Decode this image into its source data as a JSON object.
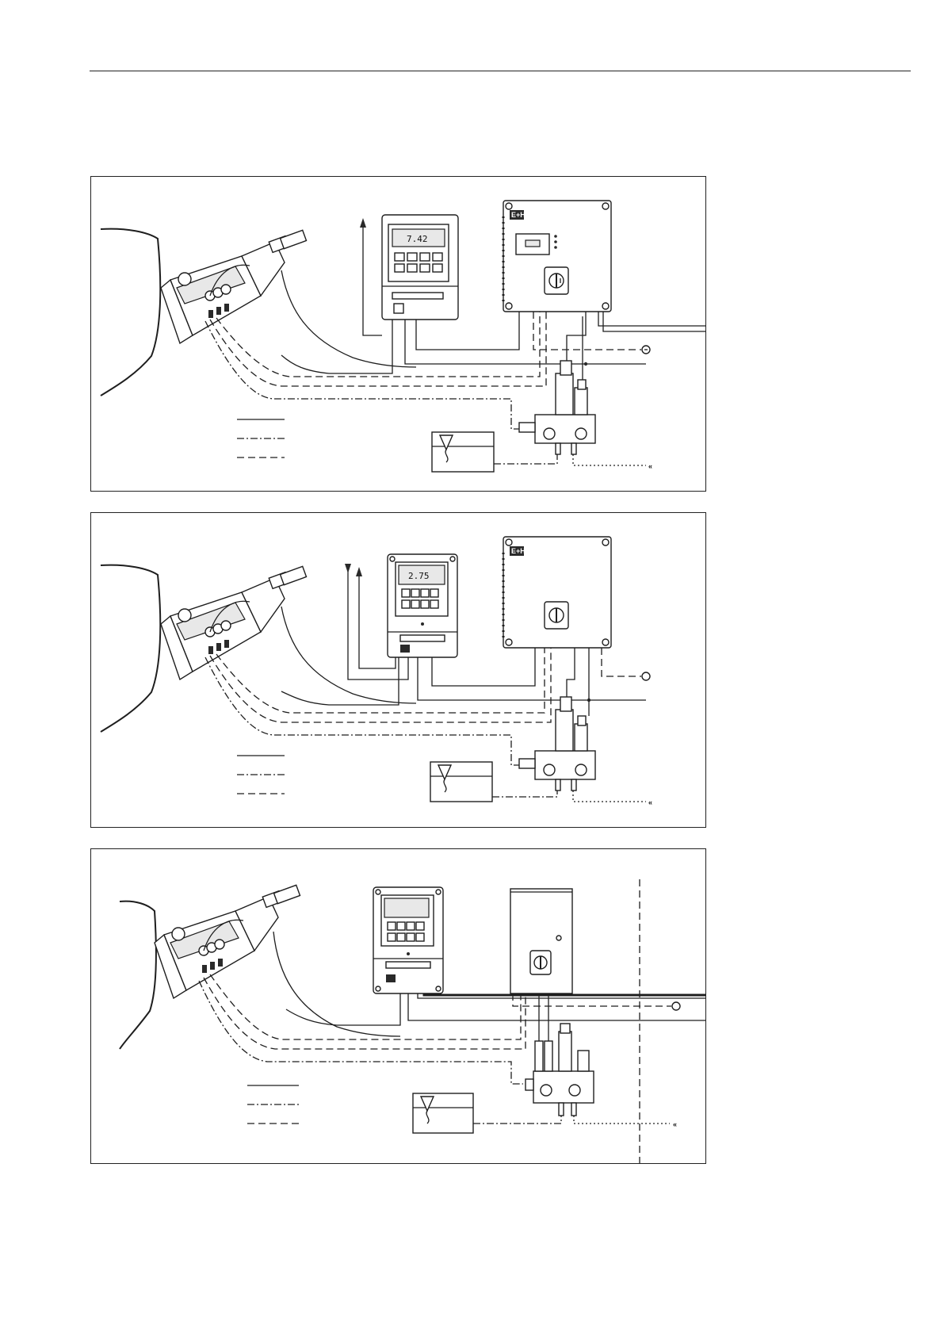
{
  "figures": [
    {
      "id": "fig-1",
      "transmitter_display": "7.42",
      "cabinet_has_display": true
    },
    {
      "id": "fig-2",
      "transmitter_display": "2.75",
      "cabinet_has_display": false
    },
    {
      "id": "fig-3",
      "transmitter_display": "",
      "cabinet_has_display": false
    }
  ],
  "logo_text": "E+H",
  "cabinet_switch_label": "I",
  "icons": [
    "dashed-hose-line",
    "dash-dot-line",
    "solid-cable-line",
    "water-supply-symbol",
    "air-supply-arrow",
    "ground-symbol"
  ]
}
